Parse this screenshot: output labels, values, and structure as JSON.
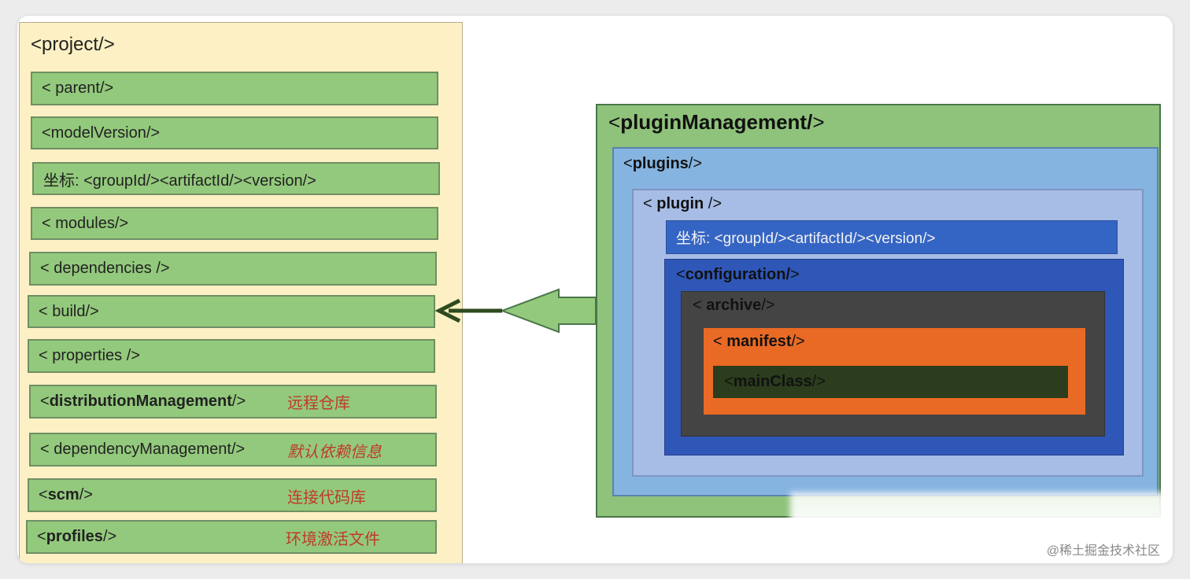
{
  "project": {
    "title": "<project/>",
    "items": [
      {
        "pre": "< parent/>",
        "bold": "",
        "post": "",
        "note": ""
      },
      {
        "pre": "<modelVersion/>",
        "bold": "",
        "post": "",
        "note": ""
      },
      {
        "pre": "坐标: <groupId/><artifactId/><version/>",
        "bold": "",
        "post": "",
        "note": ""
      },
      {
        "pre": "< modules/>",
        "bold": "",
        "post": "",
        "note": ""
      },
      {
        "pre": "< dependencies />",
        "bold": "",
        "post": "",
        "note": ""
      },
      {
        "pre": "< build/>",
        "bold": "",
        "post": "",
        "note": ""
      },
      {
        "pre": "< properties />",
        "bold": "",
        "post": "",
        "note": ""
      },
      {
        "pre": "< ",
        "bold": "distributionManagement",
        "post": "/>",
        "note": "远程仓库"
      },
      {
        "pre": "< dependencyManagement/>",
        "bold": "",
        "post": "",
        "note": "默认依赖信息"
      },
      {
        "pre": "< ",
        "bold": "scm",
        "post": "/>",
        "note": "连接代码库"
      },
      {
        "pre": "<",
        "bold": "profiles",
        "post": "/>",
        "note": "环境激活文件"
      }
    ]
  },
  "plugin_management": {
    "title_pre": "<",
    "title_bold": "pluginManagement/",
    "title_post": ">",
    "plugins": {
      "title_pre": "<",
      "title_bold": "plugins",
      "title_post": "/>",
      "plugin": {
        "title_pre": "< ",
        "title_bold": "plugin",
        "title_post": " />",
        "coordinates": "坐标: <groupId/><artifactId/><version/>",
        "configuration": {
          "title_pre": "<",
          "title_bold": "configuration/",
          "title_post": ">",
          "archive": {
            "title_pre": "< ",
            "title_bold": "archive",
            "title_post": "/>",
            "manifest": {
              "title_pre": "< ",
              "title_bold": "manifest",
              "title_post": "/>",
              "main_class": {
                "pre": "< ",
                "bold": "mainClass",
                "post": "/>"
              }
            }
          }
        }
      }
    }
  },
  "watermark": "@稀土掘金技术社区",
  "colors": {
    "project_bg": "#fdf0c4",
    "item_green": "#93c97c",
    "note_red": "#c0392b",
    "plugins_blue": "#86b4e0",
    "plugin_blue": "#a7bde6",
    "config_blue": "#2f57b8",
    "archive_gray": "#444444",
    "manifest_orange": "#e96a25",
    "mainclass_green": "#2b3d1c"
  }
}
